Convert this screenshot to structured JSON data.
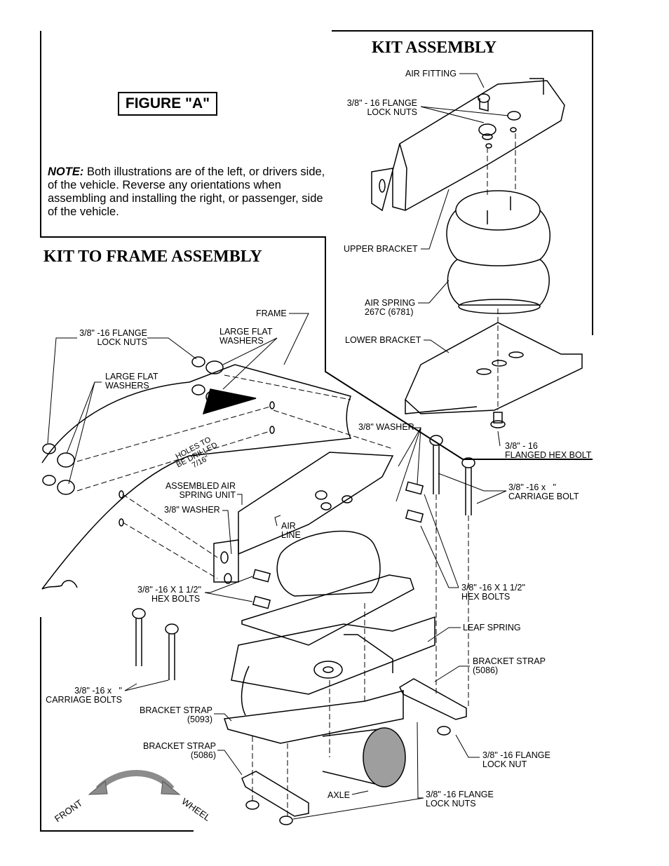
{
  "figure_label": "FIGURE \"A\"",
  "note": {
    "prefix": "NOTE:",
    "text": "Both illustrations are of the left, or drivers side, of the vehicle.  Reverse any orientations when assembling and installing the right, or passenger, side of the vehicle."
  },
  "headings": {
    "kit_assembly": "KIT ASSEMBLY",
    "kit_to_frame": "KIT TO FRAME ASSEMBLY"
  },
  "kit_assembly_labels": {
    "air_fitting": "AIR FITTING",
    "flange_nuts_l1": "3/8\" - 16 FLANGE",
    "flange_nuts_l2": "LOCK NUTS",
    "upper_bracket": "UPPER BRACKET",
    "air_spring_l1": "AIR SPRING",
    "air_spring_l2": "267C (6781)",
    "lower_bracket": "LOWER BRACKET",
    "hex_bolt_l1": "3/8\" - 16",
    "hex_bolt_l2": "FLANGED HEX BOLT"
  },
  "frame_labels": {
    "frame": "FRAME",
    "lock_nuts_l1": "3/8\" -16 FLANGE",
    "lock_nuts_l2": "LOCK NUTS",
    "large_flat_top_l1": "LARGE FLAT",
    "large_flat_top_l2": "WASHERS",
    "large_flat_left_l1": "LARGE FLAT",
    "large_flat_left_l2": "WASHERS",
    "holes": "HOLES TO\nBE DRILLED\n7/16\"",
    "washer_right": "3/8\" WASHER",
    "assembled_l1": "ASSEMBLED AIR",
    "assembled_l2": "SPRING UNIT",
    "washer_left": "3/8\" WASHER",
    "air_line_l1": "AIR",
    "air_line_l2": "LINE",
    "carriage_right_l1": "3/8\" -16 x   \"",
    "carriage_right_l2": "CARRIAGE BOLT",
    "hex_left_l1": "3/8\" -16 X 1 1/2\"",
    "hex_left_l2": "HEX BOLTS",
    "hex_right_l1": "3/8\" -16 X 1 1/2\"",
    "hex_right_l2": "HEX BOLTS",
    "leaf_spring": "LEAF SPRING",
    "strap_right_l1": "BRACKET STRAP",
    "strap_right_l2": "(5086)",
    "carriage_left_l1": "3/8\" -16 x   \"",
    "carriage_left_l2": "CARRIAGE BOLTS",
    "strap_mid_l1": "BRACKET STRAP",
    "strap_mid_l2": "(5093)",
    "strap_low_l1": "BRACKET STRAP",
    "strap_low_l2": "(5086)",
    "lock_nut_l1": "3/8\" -16 FLANGE",
    "lock_nut_l2": "LOCK NUT",
    "axle": "AXLE",
    "lock_nuts_bottom_l1": "3/8\" -16 FLANGE",
    "lock_nuts_bottom_l2": "LOCK NUTS",
    "front": "FRONT",
    "wheel": "WHEEL"
  }
}
